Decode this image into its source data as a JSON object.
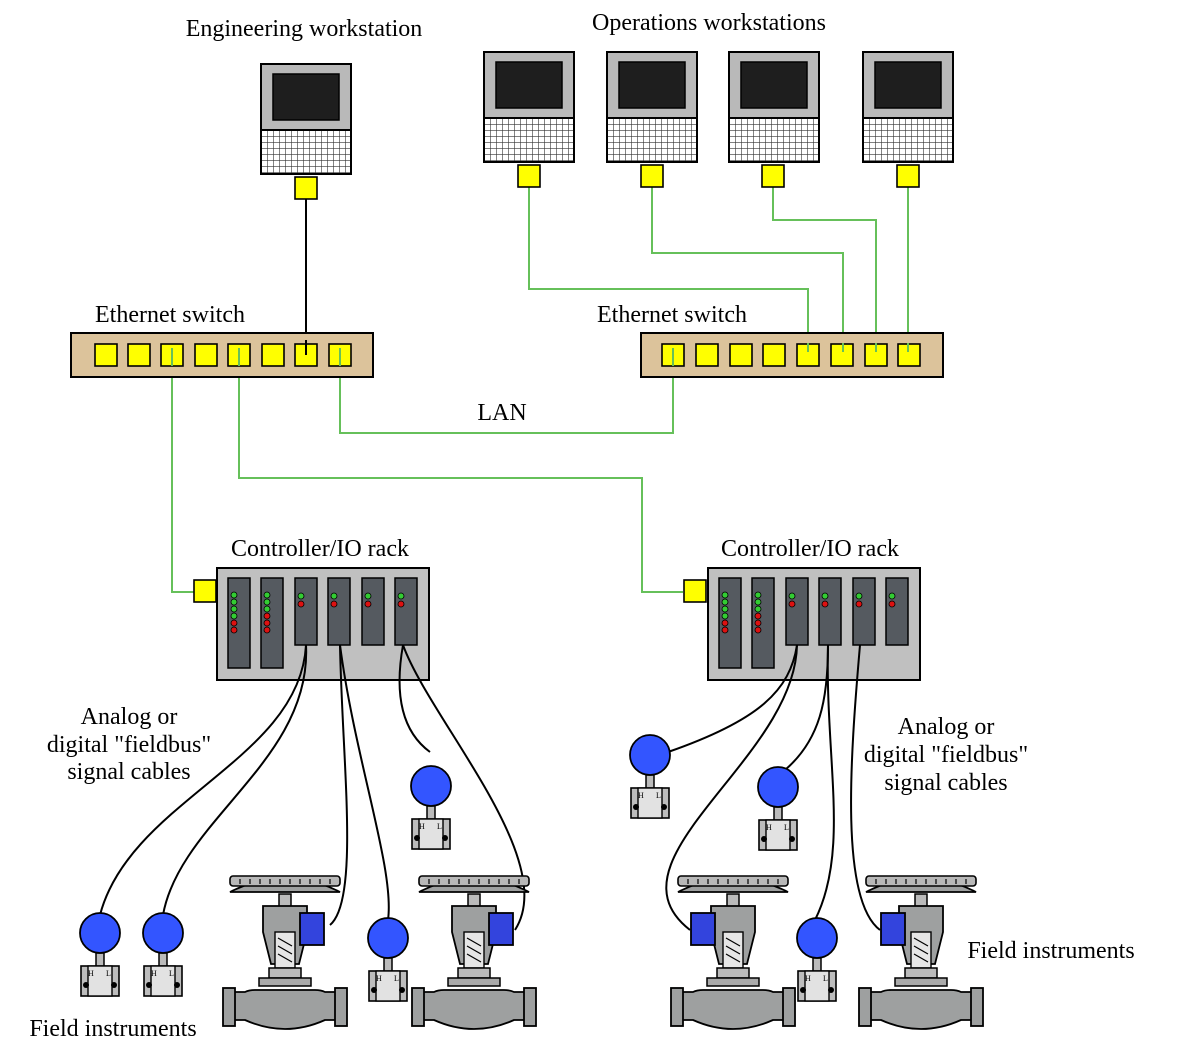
{
  "labels": {
    "engineering_workstation": "Engineering workstation",
    "operations_workstations": "Operations workstations",
    "ethernet_switch_left": "Ethernet switch",
    "ethernet_switch_right": "Ethernet switch",
    "lan": "LAN",
    "controller_left": "Controller/IO rack",
    "controller_right": "Controller/IO rack",
    "signal_cables_left": [
      "Analog or",
      "digital \"fieldbus\"",
      "signal cables"
    ],
    "signal_cables_right": [
      "Analog or",
      "digital \"fieldbus\"",
      "signal cables"
    ],
    "field_instruments_left": "Field instruments",
    "field_instruments_right": "Field instruments"
  },
  "transmitter_letters": {
    "high": "H",
    "low": "L"
  },
  "colors": {
    "ethernet_port": "#ffff00",
    "switch_body": "#dcc39b",
    "network_cable": "#66c05a",
    "signal_cable": "#000000",
    "rack_body": "#c0c0c0",
    "card_dark": "#555a60",
    "led_green": "#33cc33",
    "led_red": "#dd1111",
    "transmitter_head": "#3355ff",
    "valve_actuator": "#3344dd",
    "valve_body": "#9ea0a0",
    "screen": "#1e1e1e"
  }
}
